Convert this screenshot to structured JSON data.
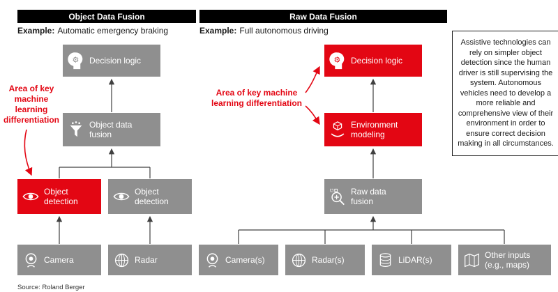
{
  "headers": {
    "left": "Object Data Fusion",
    "right": "Raw Data Fusion"
  },
  "examples": {
    "left": {
      "label": "Example:",
      "text": "Automatic emergency braking"
    },
    "right": {
      "label": "Example:",
      "text": "Full autonomous driving"
    }
  },
  "left": {
    "decision_logic": "Decision logic",
    "object_data_fusion": "Object data fusion",
    "object_detection_camera": "Object detection",
    "object_detection_radar": "Object detection",
    "camera": "Camera",
    "radar": "Radar",
    "annotation": "Area of key machine learning differentiation"
  },
  "right": {
    "decision_logic": "Decision logic",
    "environment_modeling": "Environment modeling",
    "raw_data_fusion": "Raw data fusion",
    "inputs": [
      "Camera(s)",
      "Radar(s)",
      "LiDAR(s)",
      "Other inputs (e.g., maps)"
    ],
    "annotation": "Area of key machine learning differentiation"
  },
  "note": "Assistive technologies can rely on simpler object detection since the human driver is still supervising the system. Autonomous vehicles need to develop a more reliable and comprehensive view of their environment in order to ensure correct decision making in all circumstances.",
  "source": "Source: Roland Berger",
  "icons": {
    "decision_logic": "head-with-gear",
    "object_data_fusion": "funnel",
    "object_detection": "eye",
    "camera": "webcam",
    "radar": "radar-globe",
    "environment_modeling": "cube-on-hand",
    "raw_data_fusion": "magnifier-plus",
    "lidar": "cylinder",
    "other_inputs": "folded-map"
  },
  "colors": {
    "red": "#e30613",
    "gray": "#8f8f8f",
    "black": "#000000"
  }
}
